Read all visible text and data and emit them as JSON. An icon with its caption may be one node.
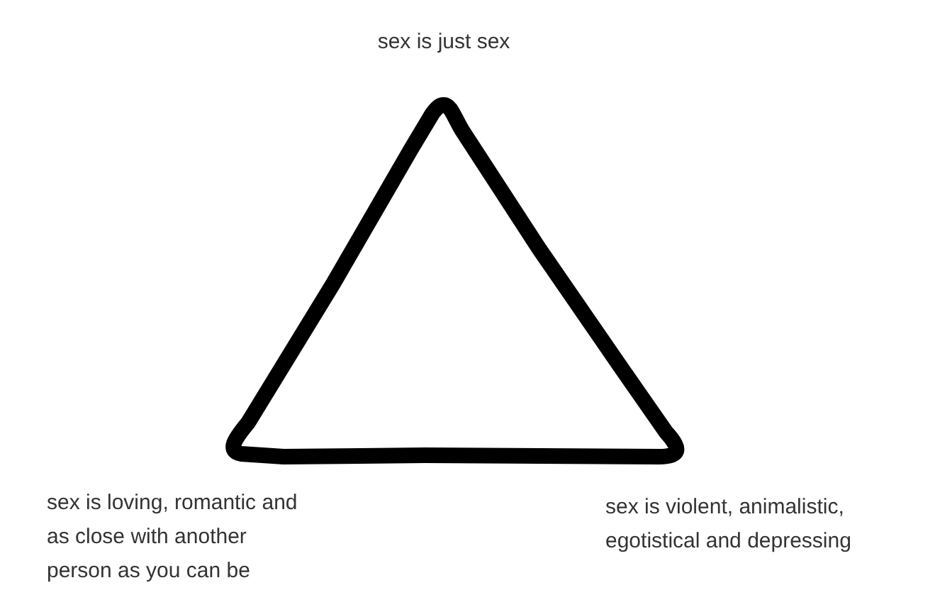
{
  "diagram": {
    "nodes": [
      {
        "text": [],
        "shape": "triangle"
      }
    ],
    "labels": [
      "sex is just sex",
      "sex is loving, romantic and as close with another person as you can be",
      "sex is violent, animalistic, egotistical and depressing"
    ]
  }
}
